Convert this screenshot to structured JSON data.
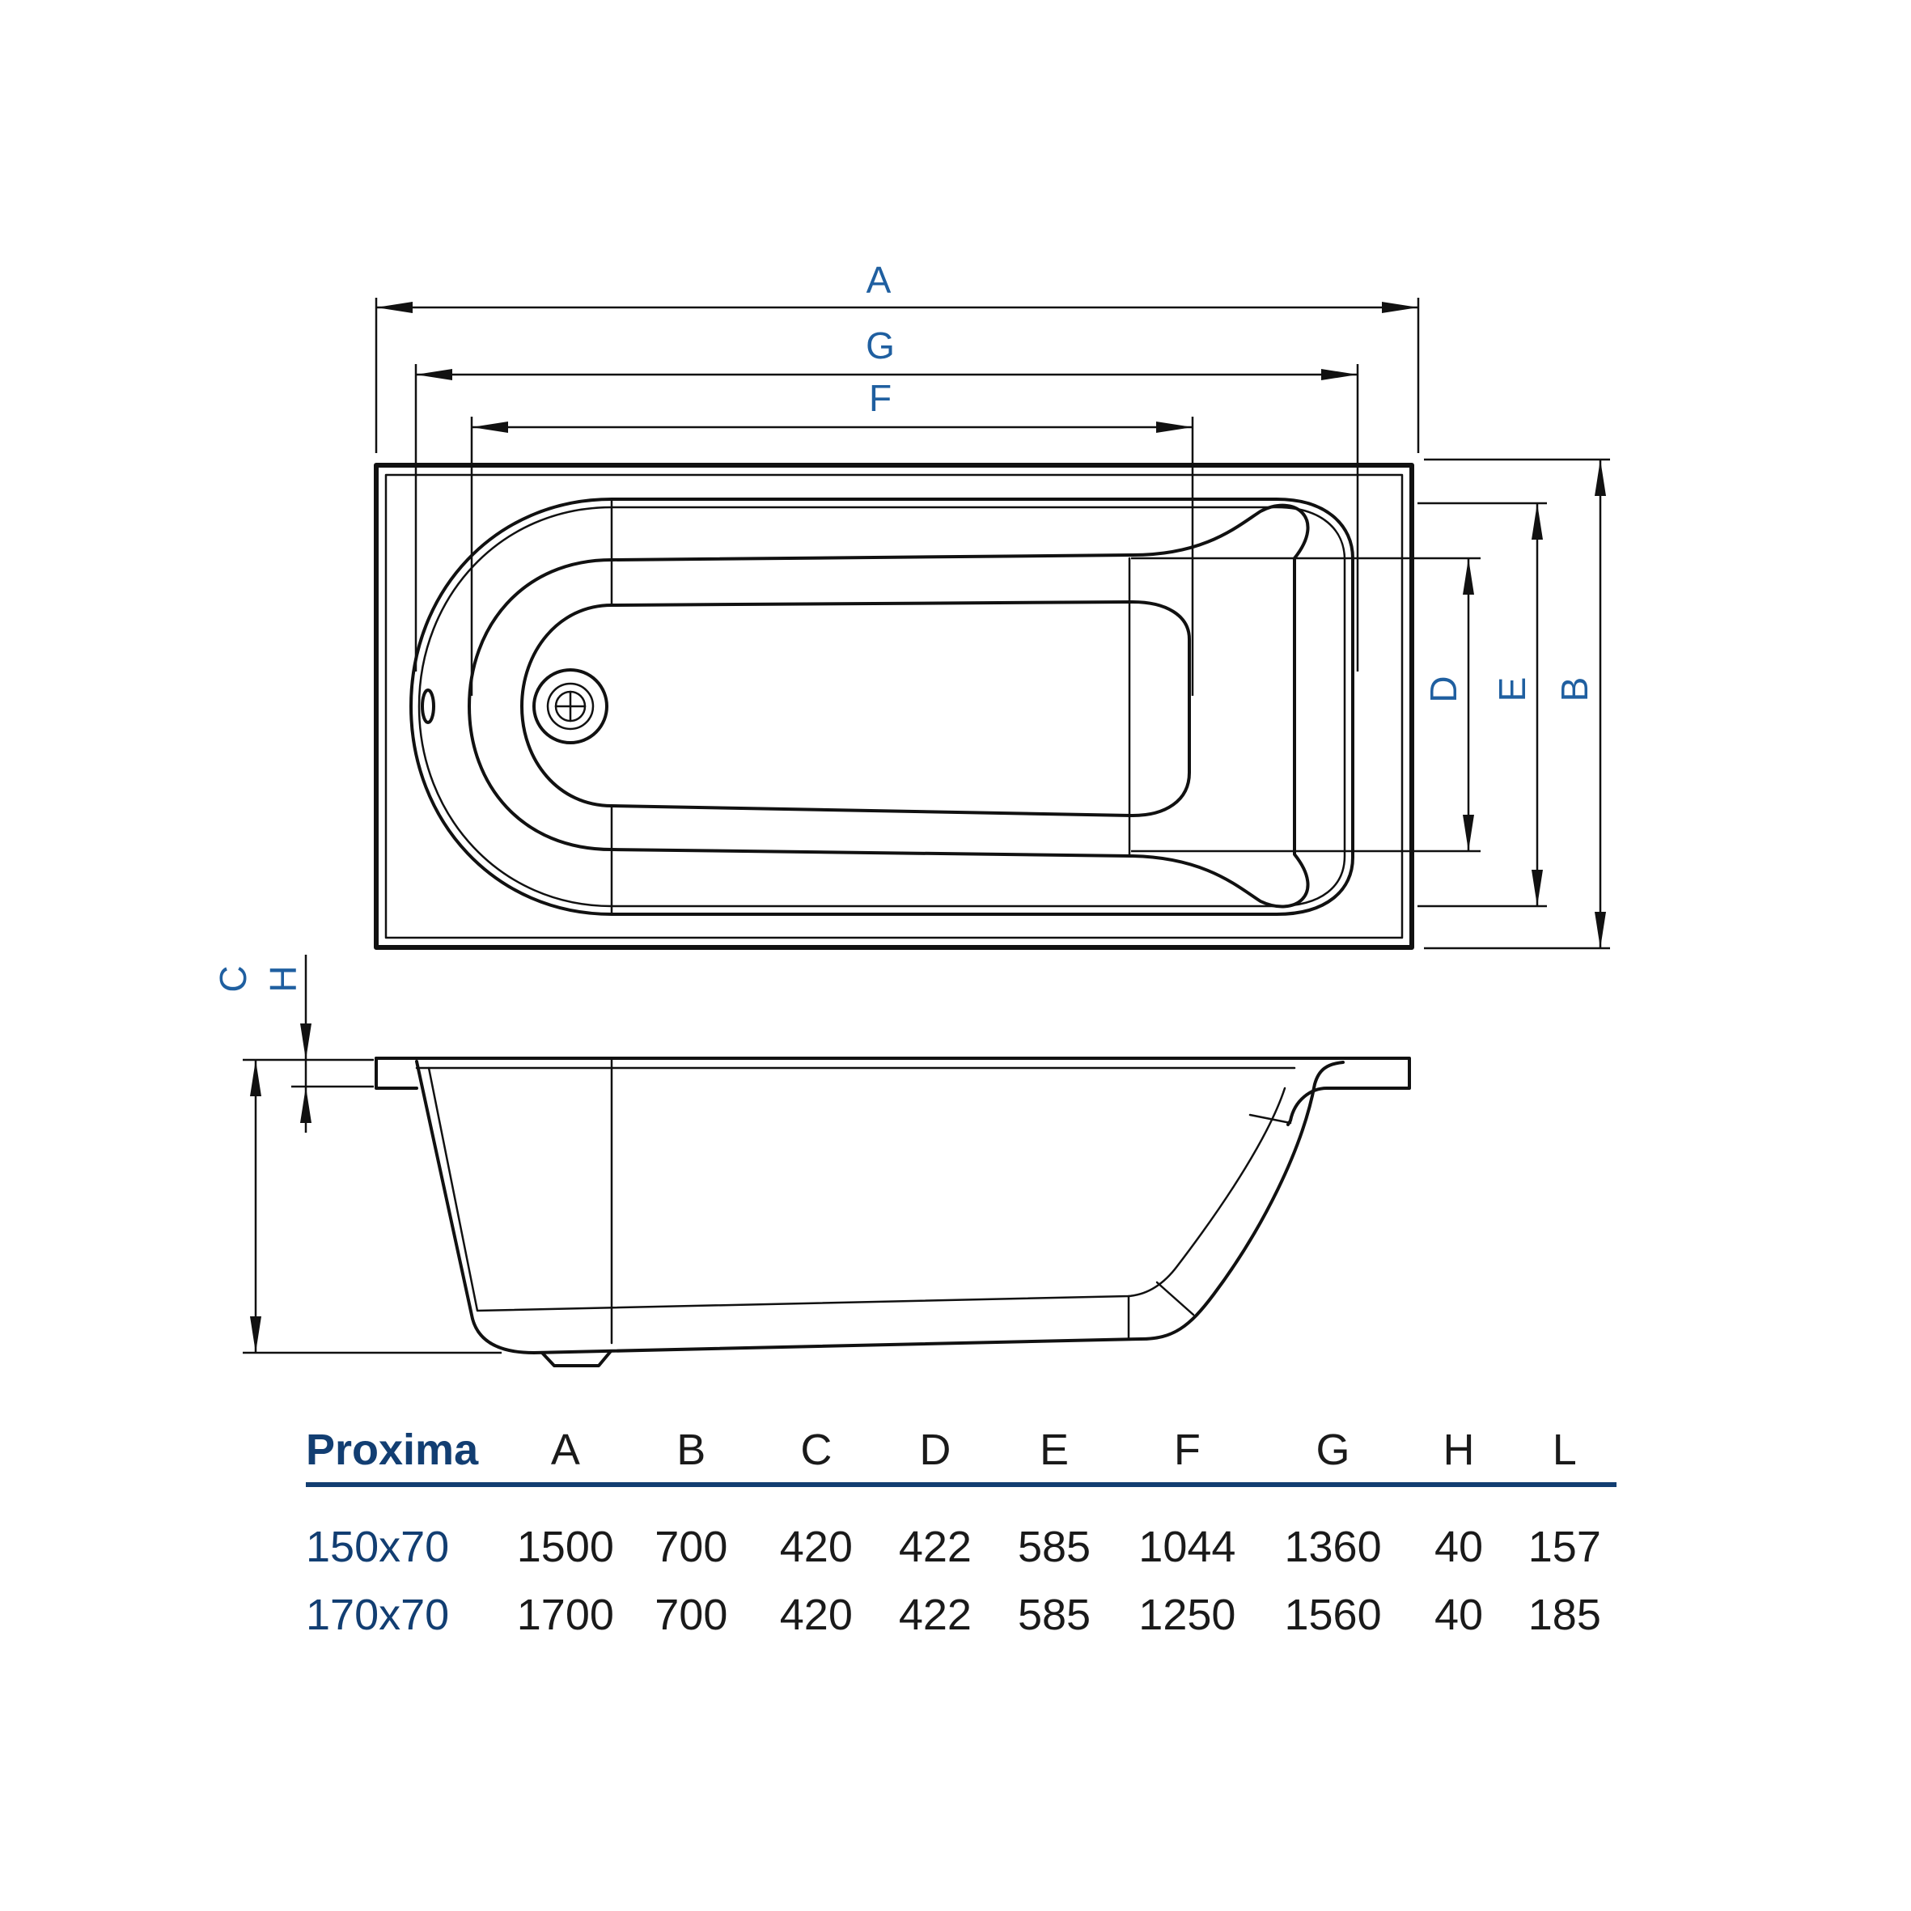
{
  "dimension_labels": {
    "A": "A",
    "G": "G",
    "F": "F",
    "D": "D",
    "E": "E",
    "B": "B",
    "C": "C",
    "H": "H"
  },
  "table": {
    "model_header": "Proxima",
    "columns": [
      "A",
      "B",
      "C",
      "D",
      "E",
      "F",
      "G",
      "H",
      "L"
    ],
    "rows": [
      {
        "model": "150x70",
        "values": [
          "1500",
          "700",
          "420",
          "422",
          "585",
          "1044",
          "1360",
          "40",
          "157"
        ]
      },
      {
        "model": "170x70",
        "values": [
          "1700",
          "700",
          "420",
          "422",
          "585",
          "1250",
          "1560",
          "40",
          "185"
        ]
      }
    ]
  },
  "colors": {
    "label_blue": "#1f5fa0",
    "header_navy": "#123e72",
    "line": "#111111"
  }
}
